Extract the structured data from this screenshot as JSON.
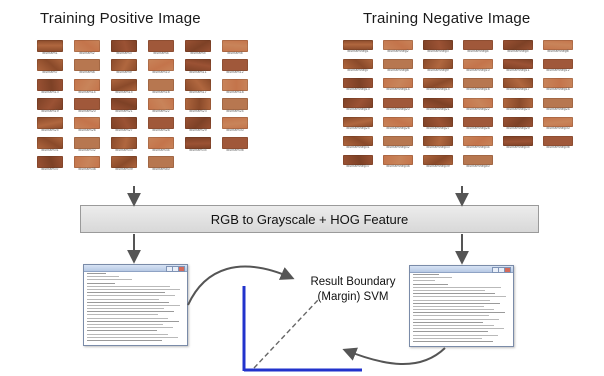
{
  "positive": {
    "title": "Training Positive  Image",
    "captions": [
      "diuntam1",
      "diuntam2",
      "diuntam3",
      "diuntam4",
      "diuntam5",
      "diuntam6",
      "diuntam7",
      "diuntam8",
      "diuntam9",
      "diuntam10",
      "diuntam11",
      "diuntam12",
      "diuntam13",
      "diuntam14",
      "diuntam15",
      "diuntam16",
      "diuntam17",
      "diuntam18",
      "diuntam19",
      "diuntam20",
      "diuntam21",
      "diuntam22",
      "diuntam23",
      "diuntam24",
      "diuntam25",
      "diuntam26",
      "diuntam27",
      "diuntam28",
      "diuntam29",
      "diuntam30",
      "diuntam31",
      "diuntam32",
      "diuntam33",
      "diuntam34",
      "diuntam35",
      "diuntam36",
      "diuntam37",
      "diuntam38",
      "diuntam39",
      "diuntam40"
    ]
  },
  "negative": {
    "title": "Training Negative Image",
    "captions": [
      "diuntamneg1",
      "diuntamneg2",
      "diuntamneg3",
      "diuntamneg4",
      "diuntamneg5",
      "diuntamneg6",
      "diuntamneg7",
      "diuntamneg8",
      "diuntamneg9",
      "diuntamneg10",
      "diuntamneg11",
      "diuntamneg12",
      "diuntamneg13",
      "diuntamneg14",
      "diuntamneg15",
      "diuntamneg16",
      "diuntamneg17",
      "diuntamneg18",
      "diuntamneg19",
      "diuntamneg20",
      "diuntamneg21",
      "diuntamneg22",
      "diuntamneg23",
      "diuntamneg24",
      "diuntamneg25",
      "diuntamneg26",
      "diuntamneg27",
      "diuntamneg28",
      "diuntamneg29",
      "diuntamneg30",
      "diuntamneg31",
      "diuntamneg32",
      "diuntamneg33",
      "diuntamneg34",
      "diuntamneg35",
      "diuntamneg36",
      "diuntamneg37",
      "diuntamneg38",
      "diuntamneg39",
      "diuntamneg40"
    ]
  },
  "process": {
    "label": "RGB to Grayscale + HOG Feature"
  },
  "svm": {
    "line1": "Result Boundary",
    "line2": "(Margin) SVM"
  },
  "colors": {
    "brick_dark": "#8a4a2a",
    "brick_light": "#c8845a",
    "axis_blue": "#2233cc",
    "arrow_gray": "#555555",
    "box_fill": "#e2e2e2"
  }
}
